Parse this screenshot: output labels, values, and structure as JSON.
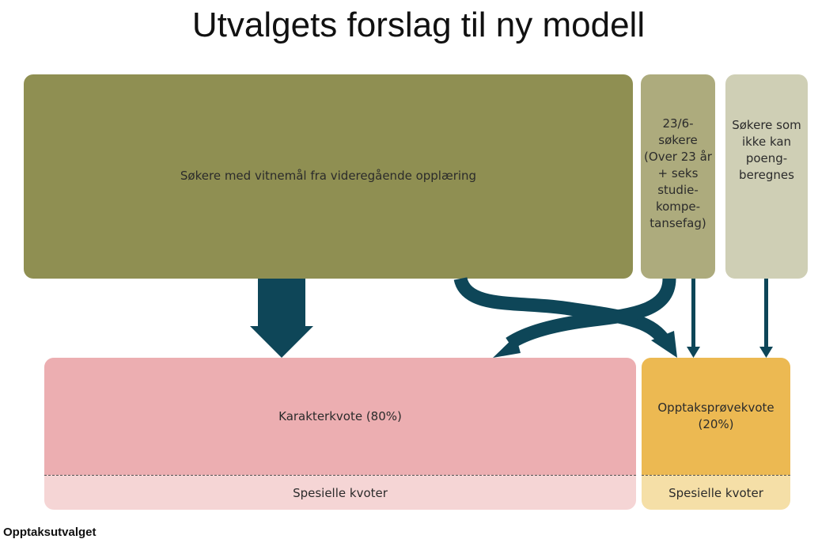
{
  "title": "Utvalgets forslag til ny modell",
  "sources": {
    "main": "Søkere med vitnemål fra videregående opplæring",
    "age23_lines": [
      "23/6-",
      "søkere",
      "(Over 23 år",
      "+ seks",
      "studie-",
      "kompe-",
      "tansefag)"
    ],
    "not_scorable_lines": [
      "Søkere som",
      "ikke kan",
      "poeng-",
      "beregnes"
    ]
  },
  "quotas": {
    "karakter": {
      "label": "Karakterkvote (80%)",
      "special": "Spesielle kvoter"
    },
    "opptak": {
      "label_lines": [
        "Opptaksprøvekvote",
        "(20%)"
      ],
      "special": "Spesielle kvoter"
    }
  },
  "colors": {
    "arrow": "#0e4658",
    "main_source": "#8f8f52",
    "age23_source": "#adab7d",
    "not_scorable_source": "#cfcfb5",
    "karakter_quota": "#ecaeb1",
    "karakter_special": "#f5d5d5",
    "opptak_quota": "#ecb952",
    "opptak_special": "#f5dfa7"
  },
  "caption": "Opptaksutvalget"
}
